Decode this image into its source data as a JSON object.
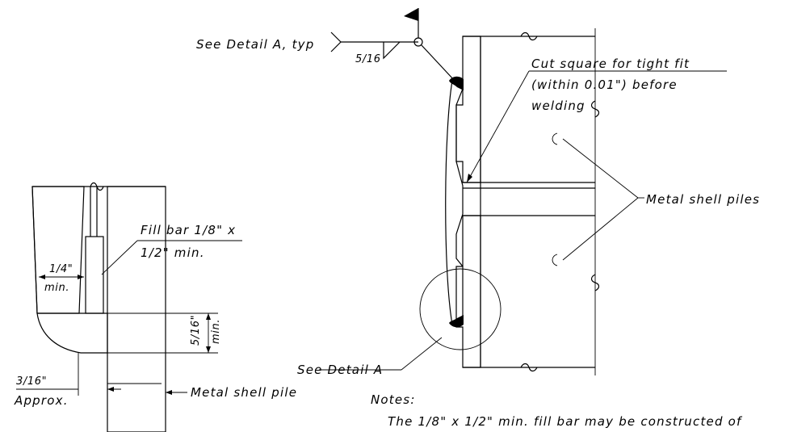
{
  "labels": {
    "see_detail_a_typ": "See Detail A, typ",
    "weld_size": "5/16",
    "cut_square_line1": "Cut square for tight fit",
    "cut_square_line2": "(within 0.01\") before",
    "cut_square_line3": "welding",
    "metal_shell_piles": "Metal shell piles",
    "fill_bar_line1": "Fill bar 1/8\" x",
    "fill_bar_line2": "1/2\" min.",
    "dim_quarter": "1/4\"",
    "dim_quarter_min": "min.",
    "dim_five_sixteenths": "5/16\"",
    "dim_five_sixteenths_min": "min.",
    "dim_three_sixteenths": "3/16\"",
    "dim_approx": "Approx.",
    "metal_shell_pile": "Metal shell pile",
    "see_detail_a": "See Detail A",
    "notes_heading": "Notes:",
    "notes_body": "The 1/8\" x 1/2\" min. fill bar may be constructed of"
  },
  "colors": {
    "ink": "#000000",
    "background": "#ffffff"
  }
}
